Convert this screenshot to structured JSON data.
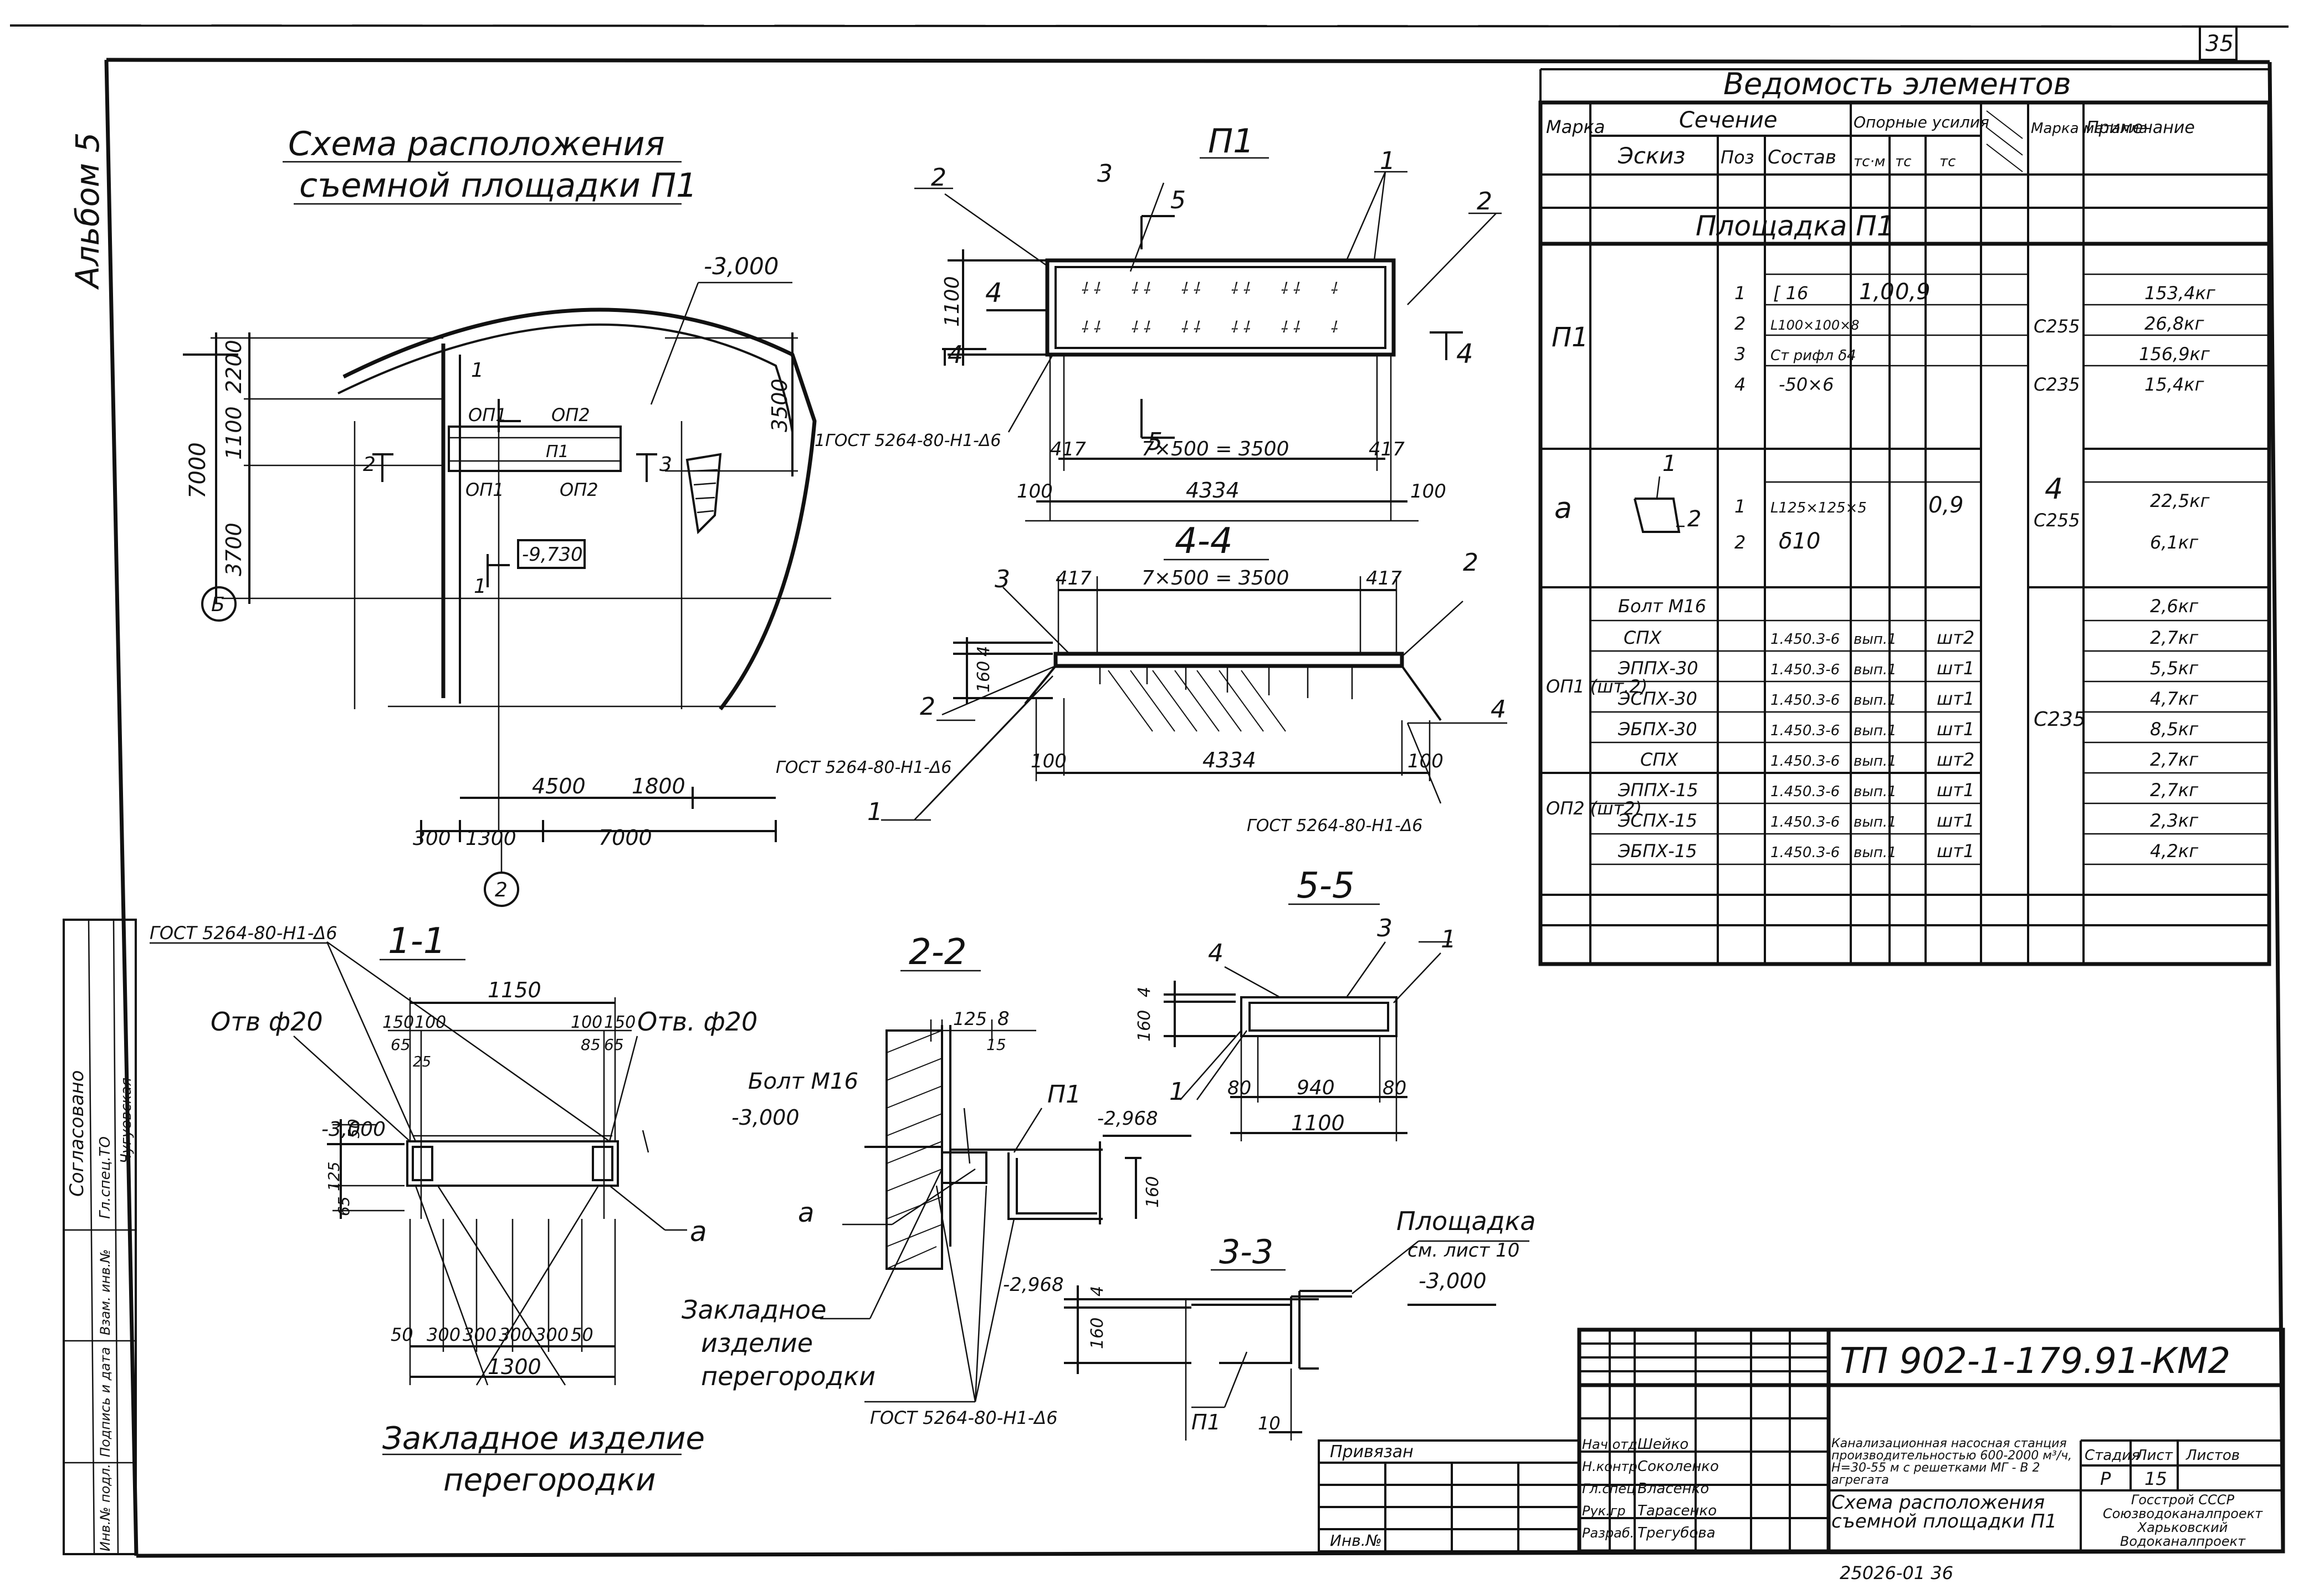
{
  "sheet": {
    "page_number": "35",
    "album": "Альбом 5",
    "doc_code": "ТП 902-1-179.91-КМ2",
    "bottom_code": "25026-01 36"
  },
  "plan": {
    "title_line1": "Схема расположения",
    "title_line2": "съемной площадки П1",
    "elev_top": "-3,000",
    "elev_floor": "-9,730",
    "axis_b": "Б",
    "axis_2": "2",
    "dims": [
      "7000",
      "2200",
      "1100",
      "3700",
      "3500",
      "4500",
      "1800",
      "300",
      "1300",
      "7000"
    ],
    "labels": [
      "ОП1",
      "ОП2",
      "ОП1",
      "ОП2",
      "П1",
      "1",
      "1",
      "2",
      "3"
    ]
  },
  "p1_view": {
    "title": "П1",
    "dims": [
      "1100",
      "417",
      "7×500 = 3500",
      "417",
      "100",
      "4334",
      "100"
    ],
    "callouts": [
      "2",
      "3",
      "5",
      "1",
      "2",
      "4",
      "4",
      "5",
      "4"
    ],
    "gost": "1ГОСТ 5264-80-Н1-Δ6"
  },
  "section_44": {
    "title": "4-4",
    "dims": [
      "417",
      "7×500 = 3500",
      "417",
      "4",
      "160",
      "100",
      "4334",
      "100"
    ],
    "callouts": [
      "3",
      "2",
      "2",
      "4",
      "1"
    ],
    "gost_left": "ГОСТ 5264-80-Н1-Δ6",
    "gost_right": "ГОСТ 5264-80-Н1-Δ6"
  },
  "table": {
    "title": "Ведомость элементов",
    "headers": {
      "marka": "Марка",
      "section": "Сечение",
      "sketch": "Эскиз",
      "pos": "Поз",
      "composition": "Состав",
      "forces": "Опорные усилия",
      "f1": "тс·м",
      "f2": "тс",
      "f3": "тс",
      "steel": "Марка металла",
      "note": "Примечание"
    },
    "group_title": "Площадка П1",
    "rows": [
      {
        "mark": "П1",
        "pos": "1",
        "comp": "[ 16",
        "f1": "1,0",
        "f2": "0,9",
        "f3": "",
        "steel": "С255",
        "note": "153,4кг"
      },
      {
        "mark": "",
        "pos": "2",
        "comp": "L100×100×8",
        "f1": "",
        "f2": "",
        "f3": "",
        "steel": "",
        "note": "26,8кг"
      },
      {
        "mark": "",
        "pos": "3",
        "comp": "Ст рифл δ4",
        "f1": "",
        "f2": "",
        "f3": "",
        "steel": "С235",
        "note": "156,9кг"
      },
      {
        "mark": "",
        "pos": "4",
        "comp": "-50×6",
        "f1": "",
        "f2": "",
        "f3": "",
        "steel": "",
        "note": "15,4кг"
      },
      {
        "mark": "а",
        "pos": "1",
        "comp": "L125×125×5",
        "f1": "",
        "f2": "0,9",
        "f3": "",
        "steel": "С255",
        "note": "22,5кг"
      },
      {
        "mark": "",
        "pos": "2",
        "comp": "δ10",
        "f1": "",
        "f2": "",
        "f3": "",
        "steel": "",
        "note": "6,1кг"
      },
      {
        "mark": "",
        "pos": "Болт М16",
        "comp": "",
        "f1": "",
        "f2": "",
        "f3": "",
        "steel": "",
        "note": "2,6кг"
      },
      {
        "mark": "ОП1 (шт.2)",
        "pos": "СПХ",
        "comp": "1.450.3-6",
        "f1": "вып.1",
        "f2": "",
        "f3": "шт2",
        "steel": "С235",
        "note": "2,7кг"
      },
      {
        "mark": "",
        "pos": "ЭППХ-30",
        "comp": "1.450.3-6",
        "f1": "вып.1",
        "f2": "",
        "f3": "шт1",
        "steel": "",
        "note": "5,5кг"
      },
      {
        "mark": "",
        "pos": "ЭСПХ-30",
        "comp": "1.450.3-6",
        "f1": "вып.1",
        "f2": "",
        "f3": "шт1",
        "steel": "",
        "note": "4,7кг"
      },
      {
        "mark": "",
        "pos": "ЭБПХ-30",
        "comp": "1.450.3-6",
        "f1": "вып.1",
        "f2": "",
        "f3": "шт1",
        "steel": "",
        "note": "8,5кг"
      },
      {
        "mark": "ОП2 (шт2)",
        "pos": "СПХ",
        "comp": "1.450.3-6",
        "f1": "вып.1",
        "f2": "",
        "f3": "шт2",
        "steel": "",
        "note": "2,7кг"
      },
      {
        "mark": "",
        "pos": "ЭППХ-15",
        "comp": "1.450.3-6",
        "f1": "вып.1",
        "f2": "",
        "f3": "шт1",
        "steel": "",
        "note": "2,7кг"
      },
      {
        "mark": "",
        "pos": "ЭСПХ-15",
        "comp": "1.450.3-6",
        "f1": "вып.1",
        "f2": "",
        "f3": "шт1",
        "steel": "",
        "note": "2,3кг"
      },
      {
        "mark": "",
        "pos": "ЭБПХ-15",
        "comp": "1.450.3-6",
        "f1": "вып.1",
        "f2": "",
        "f3": "шт1",
        "steel": "",
        "note": "4,2кг"
      }
    ],
    "sketch_numbers": [
      "1",
      "2"
    ],
    "pos_col_extra": "4"
  },
  "section_11": {
    "title": "1-1",
    "gost": "ГОСТ 5264-80-Н1-Δ6",
    "hole_left": "Отв ф20",
    "hole_right": "Отв. ф20",
    "elev": "-3,000",
    "dims": [
      "1150",
      "150",
      "100",
      "100",
      "150",
      "65",
      "25",
      "85",
      "65",
      "50",
      "125",
      "65",
      "50",
      "300",
      "300",
      "300",
      "300",
      "50",
      "1300"
    ],
    "callout_a": "а",
    "embed_line1": "Закладное изделие",
    "embed_line2": "перегородки"
  },
  "section_22": {
    "title": "2-2",
    "bolt": "Болт М16",
    "elev1": "-3,000",
    "elev2": "-2,968",
    "elev3": "-2,968",
    "dims": [
      "125",
      "8",
      "15",
      "160"
    ],
    "p1": "П1",
    "callout_a": "а",
    "embed_line1": "Закладное",
    "embed_line2": "изделие",
    "embed_line3": "перегородки",
    "gost": "ГОСТ 5264-80-Н1-Δ6"
  },
  "section_55": {
    "title": "5-5",
    "dims": [
      "4",
      "160",
      "80",
      "940",
      "80",
      "1100"
    ],
    "callouts": [
      "4",
      "3",
      "1",
      "1"
    ]
  },
  "section_33": {
    "title": "3-3",
    "dims": [
      "4",
      "160",
      "10"
    ],
    "elev": "-3,000",
    "p1": "П1",
    "note_line1": "Площадка",
    "note_line2": "см. лист 10"
  },
  "stamp": {
    "privyazan": "Привязан",
    "inv": "Инв.№",
    "roles": [
      "Нач.отд",
      "Н.контр",
      "Гл.спец",
      "Рук.гр",
      "Разраб."
    ],
    "names": [
      "Шейко",
      "Соколенко",
      "Власенко",
      "Тарасенко",
      "Трегубова"
    ],
    "project": "Канализационная насосная станция производительностью 600-2000 м³/ч, Н=30-55 м с решетками МГ - В 2 агрегата",
    "sheet_title": "Схема расположения съемной площадки П1",
    "stage_label": "Стадия",
    "sheet_label": "Лист",
    "sheets_label": "Листов",
    "stage": "Р",
    "sheet_no": "15",
    "org": "Госстрой СССР Союзводоканалпроект Харьковский Водоканалпроект"
  },
  "left_strip": {
    "agreed": "Согласовано",
    "rows": [
      "Гл.спец.ТО",
      "Чугуевская"
    ],
    "inv_labels": [
      "Инв.№ подл.",
      "Подпись и дата",
      "Взам. инв.№"
    ]
  }
}
